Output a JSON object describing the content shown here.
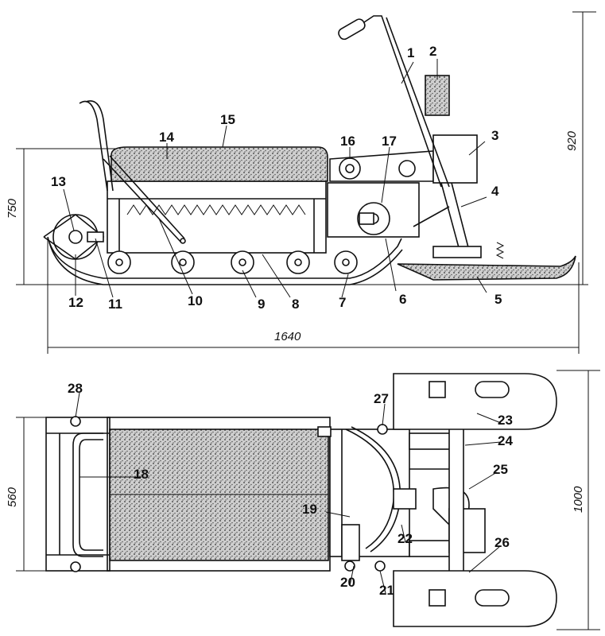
{
  "title": "Snowmobile general arrangement drawing",
  "side_view": {
    "labels": [
      "1",
      "2",
      "3",
      "4",
      "5",
      "6",
      "7",
      "8",
      "9",
      "10",
      "11",
      "12",
      "13",
      "14",
      "15",
      "16",
      "17"
    ],
    "dimensions": {
      "height_seat": "750",
      "height_total": "920",
      "length": "1640"
    }
  },
  "top_view": {
    "labels": [
      "18",
      "19",
      "20",
      "21",
      "22",
      "23",
      "24",
      "25",
      "26",
      "27",
      "28"
    ],
    "dimensions": {
      "width_track": "560",
      "width_skis": "1000"
    }
  }
}
